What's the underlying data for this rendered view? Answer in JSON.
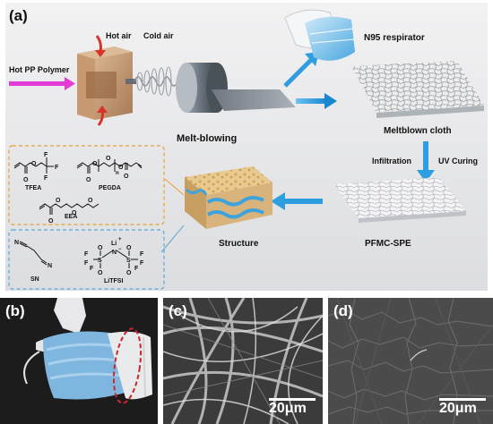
{
  "panel_a": {
    "letter": "(a)",
    "labels": {
      "hot_pp_polymer": "Hot PP Polymer",
      "hot_air": "Hot air",
      "cold_air": "Cold air",
      "melt_blowing": "Melt-blowing",
      "n95": "N95 respirator",
      "meltblown_cloth": "Meltblown cloth",
      "infiltration": "Infiltration",
      "uv_curing": "UV Curing",
      "pfmc_spe": "PFMC-SPE",
      "structure": "Structure"
    },
    "chemicals": {
      "tfea": "TFEA",
      "pegda": "PEGDA",
      "eea": "EEA",
      "sn": "SN",
      "litfsi": "LiTFSI",
      "atom_f": "F",
      "atom_o": "O",
      "atom_n": "N",
      "atom_s": "S",
      "atom_li": "Li",
      "atom_plus": "+",
      "atom_minus": "−",
      "subscript_n": "n"
    },
    "colors": {
      "background": "#e6e7e9",
      "arrow_blue": "#2f9ee0",
      "polymer_pink": "#e33bd6",
      "hot_air_red": "#d8322a",
      "orange_dash": "#e8a13a",
      "blue_dash": "#5aa7d8"
    }
  },
  "panel_b": {
    "letter": "(b)"
  },
  "panel_c": {
    "letter": "(c)",
    "scale": "20μm"
  },
  "panel_d": {
    "letter": "(d)",
    "scale": "20μm"
  }
}
